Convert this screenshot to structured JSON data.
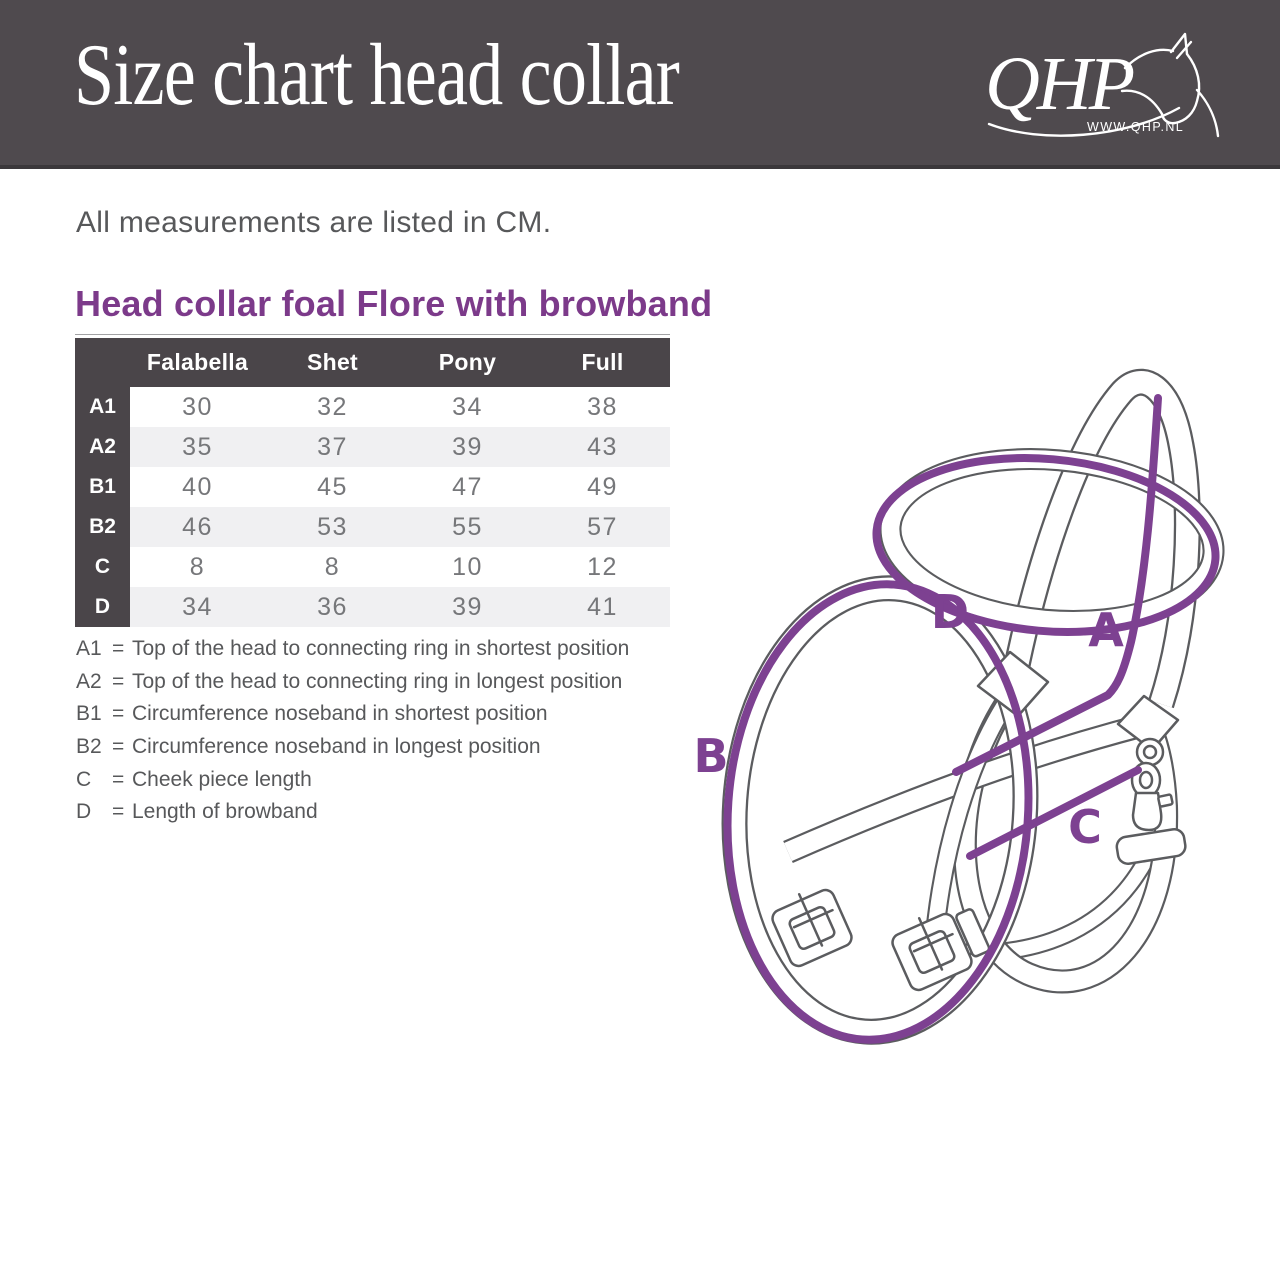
{
  "banner": {
    "title": "Size chart head collar",
    "brand": "QHP",
    "website": "WWW.QHP.NL",
    "background": "#4f4a4e"
  },
  "note": "All measurements are listed in CM.",
  "section_heading": "Head collar foal Flore with browband",
  "size_table": {
    "columns": [
      "Falabella",
      "Shet",
      "Pony",
      "Full"
    ],
    "rows": [
      {
        "label": "A1",
        "values": [
          "30",
          "32",
          "34",
          "38"
        ]
      },
      {
        "label": "A2",
        "values": [
          "35",
          "37",
          "39",
          "43"
        ]
      },
      {
        "label": "B1",
        "values": [
          "40",
          "45",
          "47",
          "49"
        ]
      },
      {
        "label": "B2",
        "values": [
          "46",
          "53",
          "55",
          "57"
        ]
      },
      {
        "label": "C",
        "values": [
          "8",
          "8",
          "10",
          "12"
        ]
      },
      {
        "label": "D",
        "values": [
          "34",
          "36",
          "39",
          "41"
        ]
      }
    ]
  },
  "legend": {
    "eq": "=",
    "items": [
      {
        "code": "A1",
        "desc": "Top of the head to connecting ring in shortest position"
      },
      {
        "code": "A2",
        "desc": "Top of the head to connecting ring in longest position"
      },
      {
        "code": "B1",
        "desc": "Circumference noseband in shortest position"
      },
      {
        "code": "B2",
        "desc": "Circumference noseband in longest position"
      },
      {
        "code": "C",
        "desc": "Cheek piece length"
      },
      {
        "code": "D",
        "desc": "Length of browband"
      }
    ]
  },
  "diagram": {
    "labels": {
      "a": "A",
      "b": "B",
      "c": "C",
      "d": "D"
    },
    "line_color": "#5b5c5f",
    "measure_color": "#7d4191"
  },
  "colors": {
    "accent_purple": "#7c3a8a",
    "dark_gray": "#4a4549",
    "row_alt": "#f0f0f2",
    "text_gray": "#57585a"
  }
}
